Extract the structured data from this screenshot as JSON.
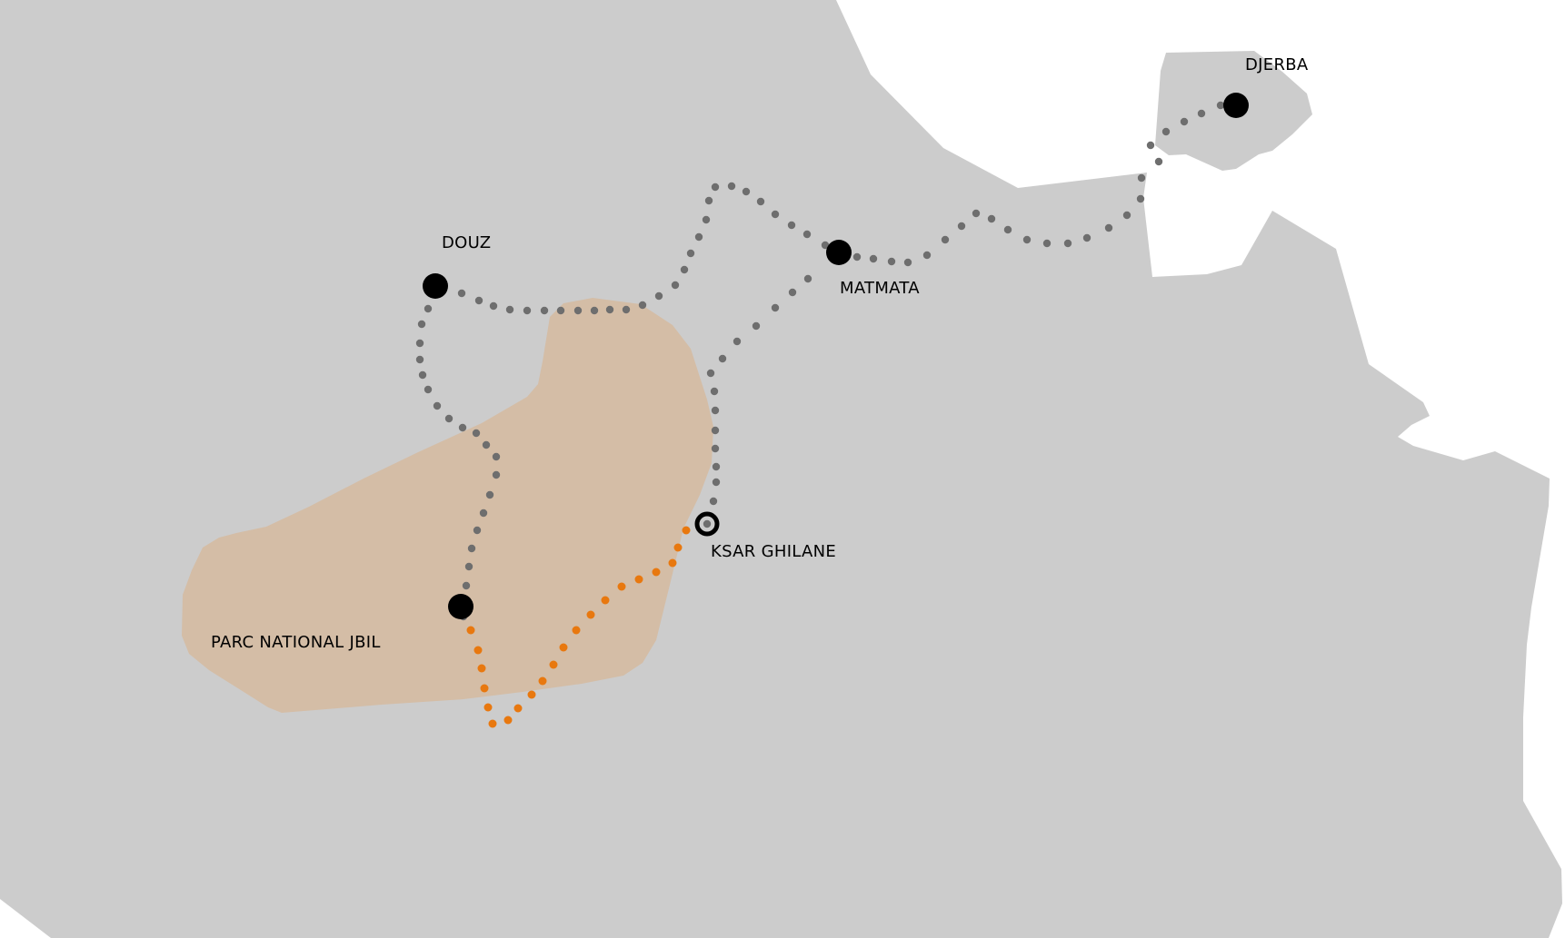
{
  "map": {
    "colors": {
      "sea": "#ffffff",
      "land": "#cccccc",
      "park": "#d4bda6",
      "route_gray": "#6e6e6e",
      "route_orange": "#e8780f",
      "marker": "#000000",
      "label": "#000000"
    },
    "places": {
      "djerba": "DJERBA",
      "douz": "DOUZ",
      "matmata": "MATMATA",
      "ksar_ghilane": "KSAR GHILANE",
      "parc_jbil": "PARC NATIONAL JBIL"
    },
    "routes": [
      {
        "name": "gray",
        "kind": "main-route"
      },
      {
        "name": "orange",
        "kind": "desert-route"
      }
    ]
  }
}
